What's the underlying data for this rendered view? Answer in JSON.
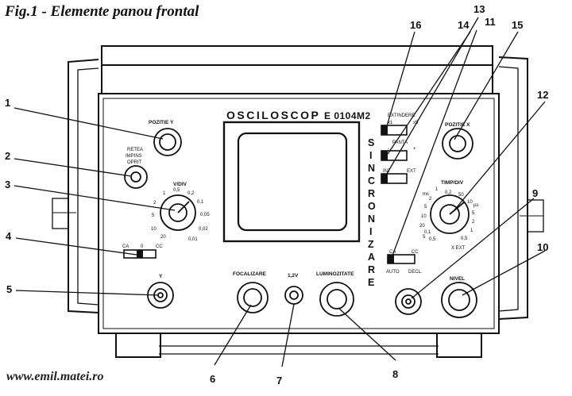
{
  "figure": {
    "title": "Fig.1 - Elemente panou frontal",
    "footer": "www.emil.matei.ro"
  },
  "panel": {
    "model_word": "OSCILOSCOP",
    "model_code": "E 0104M2",
    "sync_vertical": [
      "S",
      "I",
      "N",
      "C",
      "R",
      "O",
      "N",
      "I",
      "Z",
      "A",
      "R",
      "E"
    ]
  },
  "controls": {
    "pozitie_y": "POZITIE Y",
    "retea": [
      "RETEA",
      "IMPINS",
      "OPRIT"
    ],
    "v_div": "V/DIV",
    "v_div_scale": [
      "2",
      "1",
      "0,5",
      "0,2",
      "0,1",
      "0,05",
      "0,02",
      "0,01",
      "20",
      "10",
      "5"
    ],
    "ca_cc_left": [
      "CA",
      "0",
      "CC"
    ],
    "y_input": "Y",
    "focalizare": "FOCALIZARE",
    "cal_voltage": "1,2V",
    "luminozitate": "LUMINOZITATE",
    "extindere": [
      "EXTINDERE",
      "x1",
      "x5"
    ],
    "panta": [
      "PANTA",
      "-",
      "+"
    ],
    "int_ext": [
      "INT",
      "EXT"
    ],
    "ca_cc_right": [
      "CA",
      "CC"
    ],
    "auto_decl": [
      "AUTO",
      "DECL."
    ],
    "pozitie_x": "POZITIE X",
    "timp_div": "TIMP/DIV",
    "timp_scale": [
      "ms",
      "1",
      "0,2",
      "50",
      "µs",
      "2",
      "10",
      "5",
      "5",
      "10",
      "2",
      "20",
      "1",
      "0,5",
      "0,1",
      "0,5",
      "5",
      "X EXT"
    ],
    "nivel": "NIVEL"
  },
  "callouts": [
    "1",
    "2",
    "3",
    "4",
    "5",
    "6",
    "7",
    "8",
    "9",
    "10",
    "11",
    "12",
    "13",
    "14",
    "15",
    "16"
  ]
}
